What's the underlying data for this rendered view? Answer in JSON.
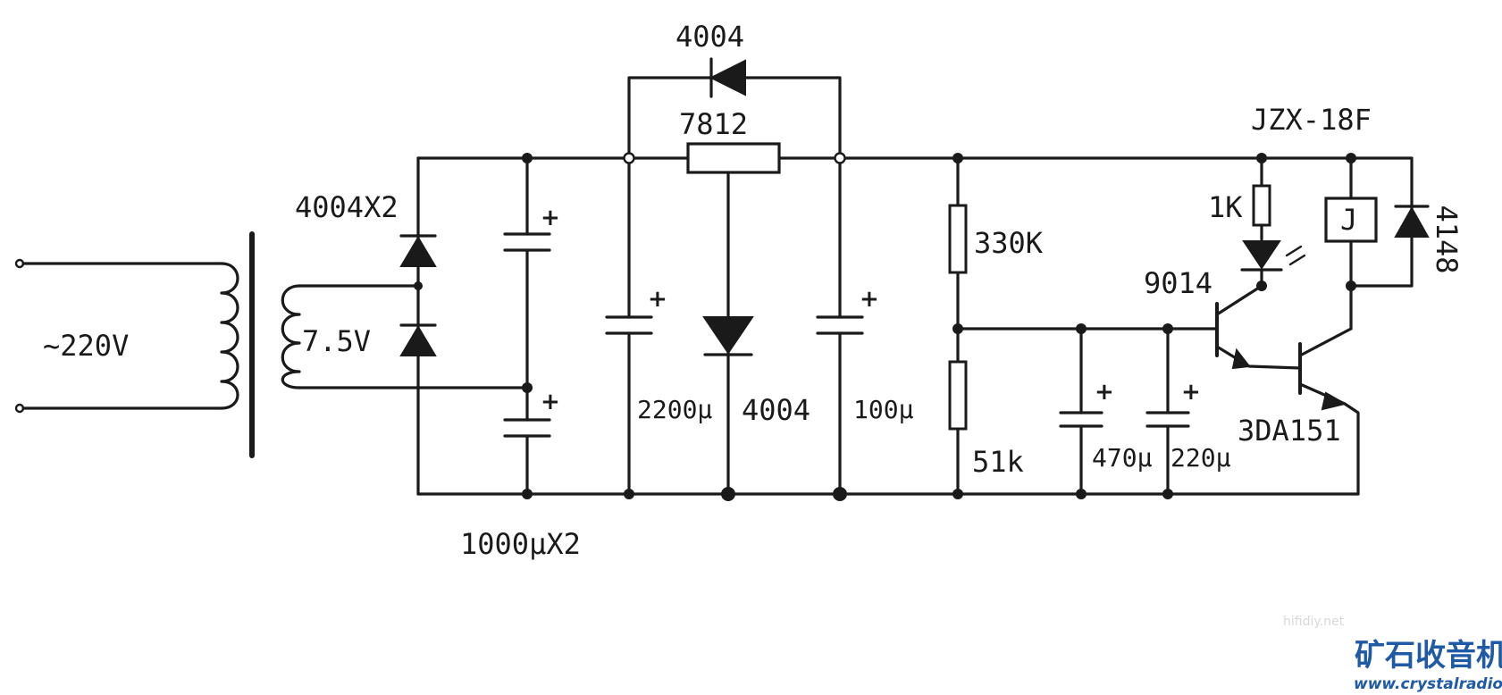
{
  "labels": {
    "input_voltage": "~220V",
    "secondary_voltage": "7.5V",
    "bridge_diodes": "4004X2",
    "bypass_diode": "4004",
    "regulator": "7812",
    "regulator_diode": "4004",
    "filter_caps": "1000μX2",
    "cap_2200": "2200μ",
    "cap_100": "100μ",
    "res_330k": "330K",
    "res_51k": "51k",
    "cap_470": "470μ",
    "cap_220": "220μ",
    "res_1k": "1K",
    "transistor_small": "9014",
    "transistor_power": "3DA151",
    "relay": "JZX-18F",
    "relay_symbol": "J",
    "flyback_diode": "4148",
    "plus": "+"
  },
  "watermark": {
    "title": "矿石收音机",
    "url": "www.crystalradio.cn",
    "faint": "hifidiy.net"
  }
}
